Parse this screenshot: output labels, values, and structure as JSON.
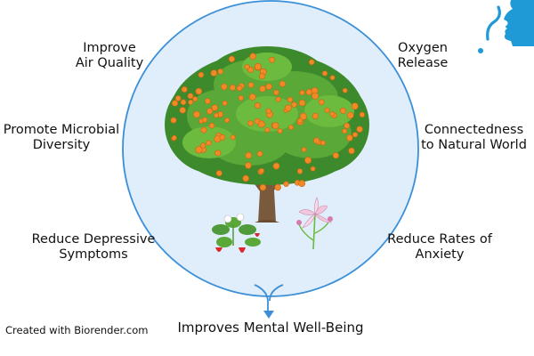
{
  "colors": {
    "circle_fill": "#dfeefa",
    "circle_stroke": "#3b8fd9",
    "canopy_dark": "#3d8a2c",
    "canopy_light": "#6cbb3e",
    "fruit": "#f08a24",
    "trunk": "#7a5a3c",
    "text": "#111111"
  },
  "benefits": {
    "air_quality": [
      "Improve",
      "Air Quality"
    ],
    "oxygen": [
      "Oxygen",
      "Release"
    ],
    "microbial": [
      "Promote Microbial",
      "Diversity"
    ],
    "connectedness": [
      "Connectedness",
      "to Natural World"
    ],
    "depressive": [
      "Reduce Depressive",
      "Symptoms"
    ],
    "anxiety": [
      "Reduce Rates of",
      "Anxiety"
    ]
  },
  "outcome": "Improves Mental Well-Being",
  "credit": "Created with Biorender.com",
  "icons": [
    "orange-tree-illustration",
    "strawberry-plant-illustration",
    "lily-flower-illustration",
    "head-profile-question-icon",
    "down-arrow-icon"
  ]
}
